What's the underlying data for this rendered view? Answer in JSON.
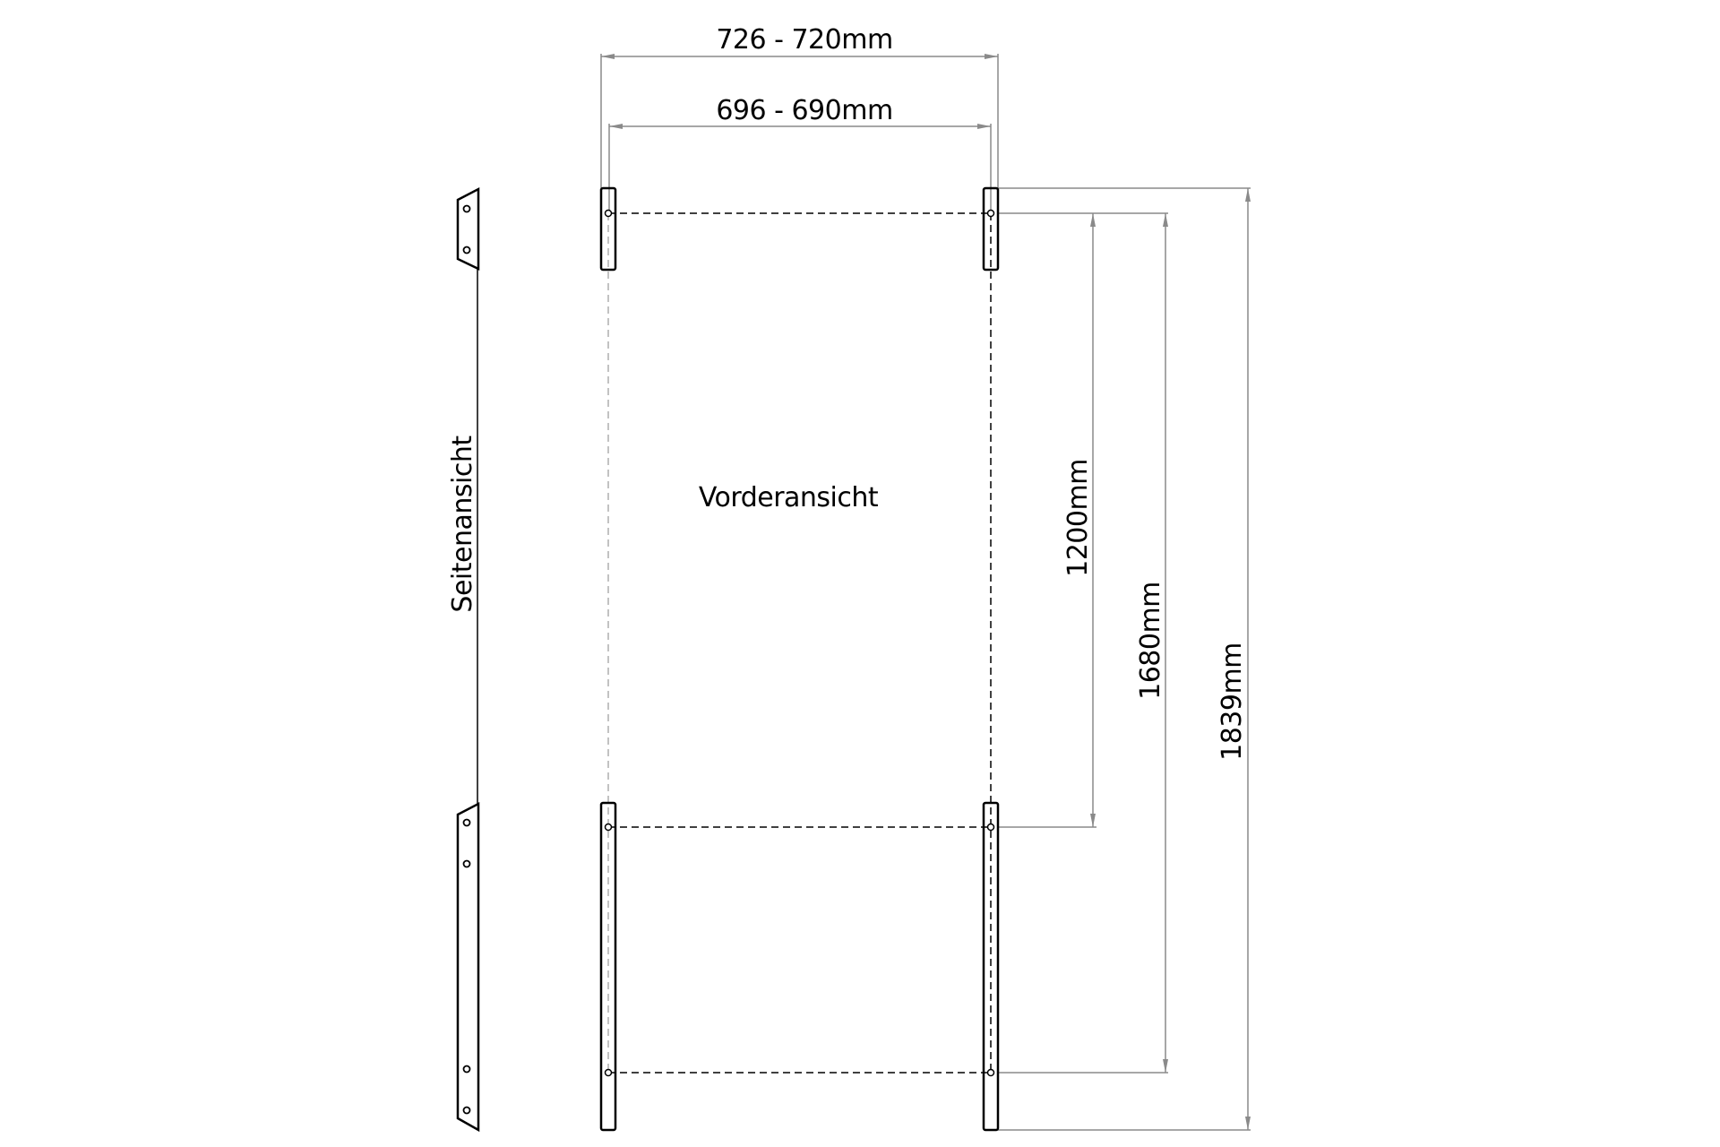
{
  "drawing": {
    "front_view_label": "Vorderansicht",
    "side_view_label": "Seitenansicht",
    "dimensions": {
      "outer_width": "726 - 720mm",
      "inner_width": "696 - 690mm",
      "hole_spacing_upper_lower": "1200mm",
      "hole_spacing_total": "1680mm",
      "overall_height": "1839mm"
    },
    "colors": {
      "line": "#000000",
      "dimension_line": "#8a8a8a",
      "background": "#ffffff"
    }
  }
}
